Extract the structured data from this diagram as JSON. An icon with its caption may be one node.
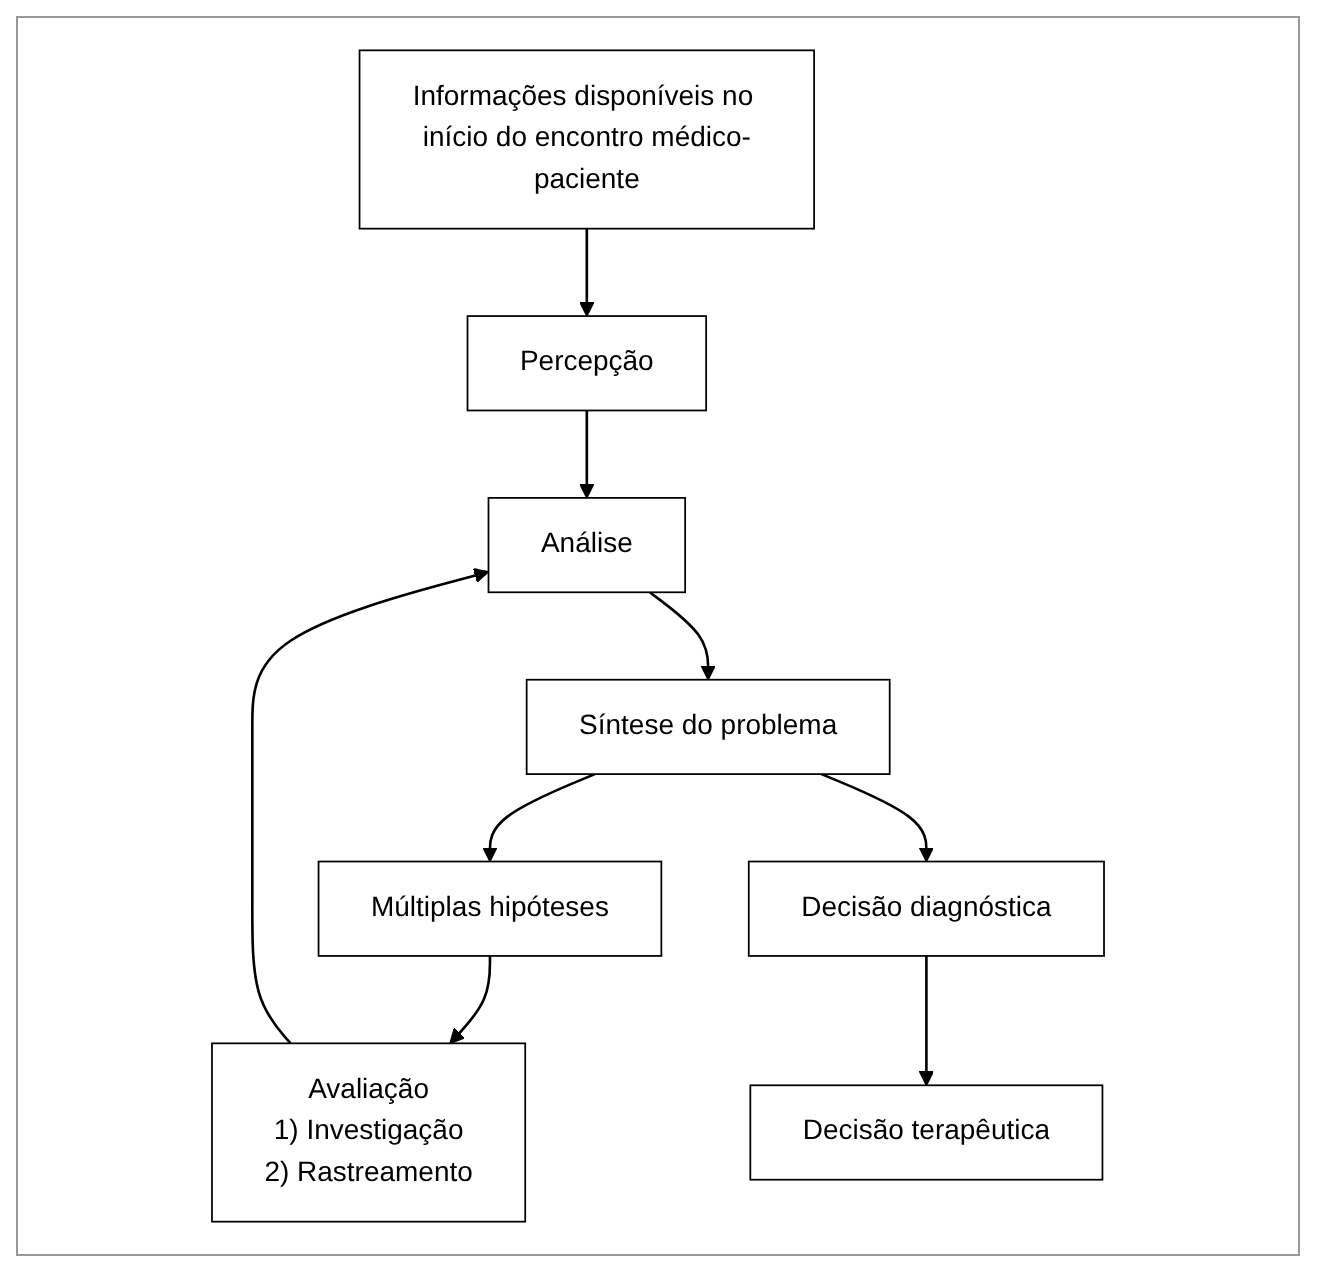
{
  "diagram": {
    "nodes": [
      {
        "text": [
          "Informações disponíveis no início do encontro médico-paciente"
        ]
      },
      {
        "text": [
          "Avaliação",
          "1) Investigação",
          "2) Rastreamento"
        ]
      },
      {
        "text": [
          "Percepção"
        ]
      },
      {
        "text": [
          "Análise"
        ]
      },
      {
        "text": [
          "Múltiplas hipóteses"
        ]
      },
      {
        "text": [
          "Síntese do problema"
        ]
      },
      {
        "text": [
          "Decisão diagnóstica"
        ]
      },
      {
        "text": [
          "Decisão terapêutica"
        ]
      }
    ],
    "edges": [
      {
        "from": 0,
        "to": 2,
        "arrow": "to"
      },
      {
        "from": 2,
        "to": 3,
        "arrow": "to"
      },
      {
        "from": 1,
        "to": 3,
        "arrow": "to"
      },
      {
        "from": 3,
        "to": 5,
        "arrow": "to"
      },
      {
        "from": 5,
        "to": 4,
        "arrow": "to"
      },
      {
        "from": 4,
        "to": 1,
        "arrow": "to"
      },
      {
        "from": 5,
        "to": 6,
        "arrow": "to"
      },
      {
        "from": 6,
        "to": 7,
        "arrow": "to"
      }
    ]
  }
}
